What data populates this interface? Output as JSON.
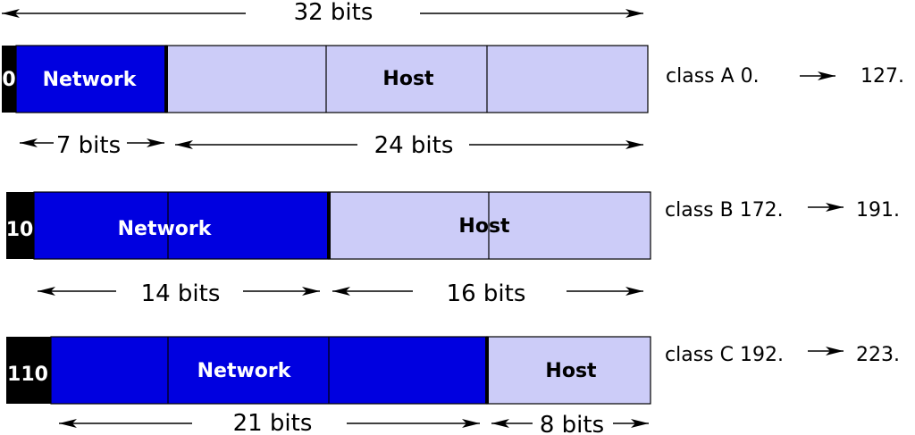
{
  "title": "32 bits",
  "colors": {
    "network": "#0000e0",
    "host": "#ccccf8",
    "prefix": "#000000"
  },
  "classes": [
    {
      "id": "a",
      "prefix": "0",
      "network_label": "Network",
      "host_label": "Host",
      "network_bits": "7 bits",
      "host_bits": "24 bits",
      "range_label": "class A 0.",
      "range_end": "127."
    },
    {
      "id": "b",
      "prefix": "10",
      "network_label": "Network",
      "host_label": "Host",
      "network_bits": "14 bits",
      "host_bits": "16 bits",
      "range_label": "class B 172.",
      "range_end": "191."
    },
    {
      "id": "c",
      "prefix": "110",
      "network_label": "Network",
      "host_label": "Host",
      "network_bits": "21 bits",
      "host_bits": "8 bits",
      "range_label": "class C 192.",
      "range_end": "223."
    }
  ]
}
